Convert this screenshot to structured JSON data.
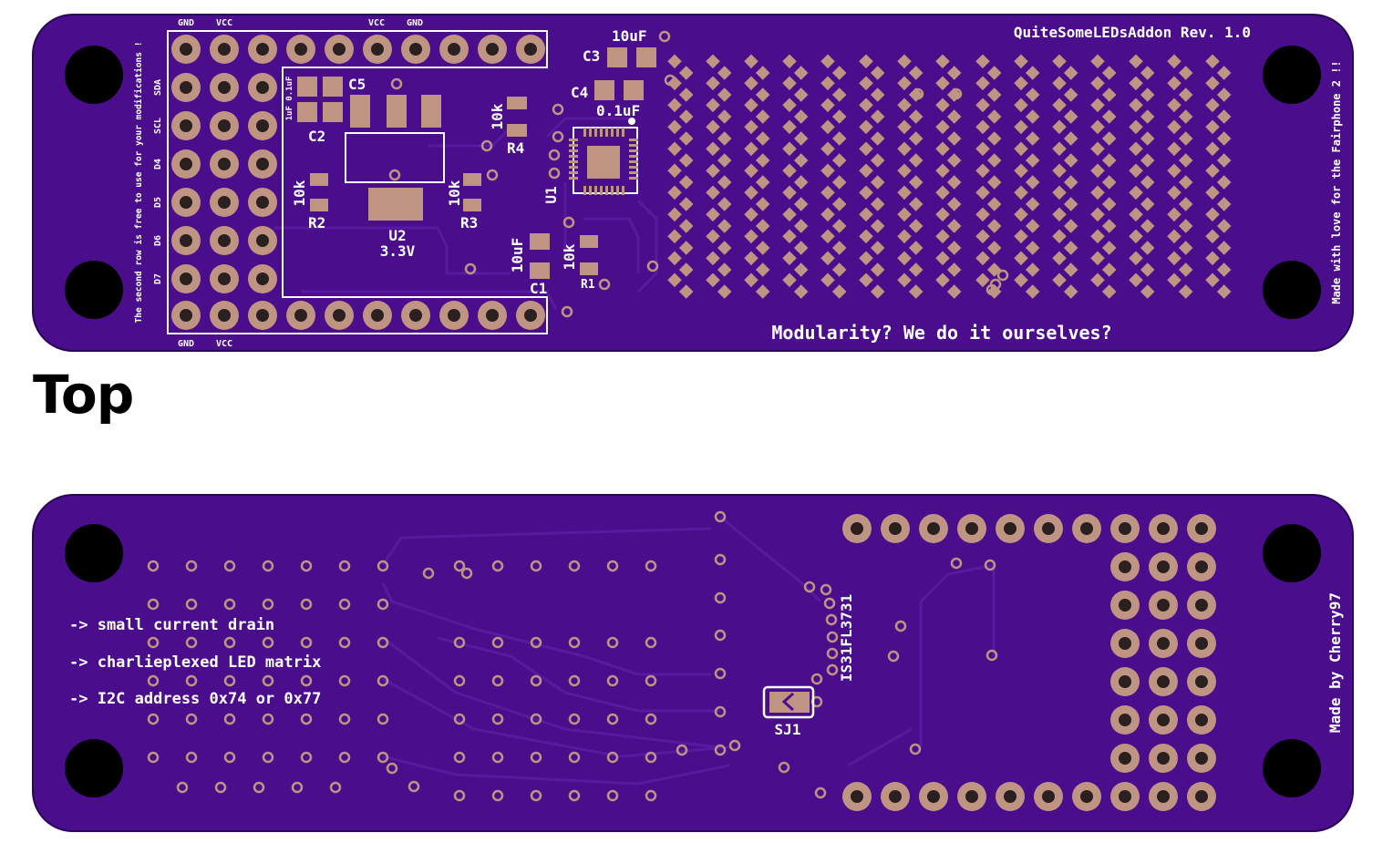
{
  "colors": {
    "board": "#4a0e8c",
    "board_edge": "#2a0555",
    "copper": "#c09482",
    "drill": "#2a2020",
    "trace": "#5a1aa0",
    "silk": "#ffffff",
    "hole": "#000000"
  },
  "heading": "Top",
  "top_board": {
    "title": "QuiteSomeLEDsAddon Rev. 1.0",
    "tagline": "Modularity? We do it ourselves?",
    "right_note": "Made with love for the Fairphone 2 !!",
    "left_note": "The second row is free to use for your modifications !",
    "header_top_labels": [
      "GND",
      "VCC",
      "VCC",
      "GND"
    ],
    "header_bottom_labels": [
      "GND",
      "VCC"
    ],
    "pin_labels": [
      "SDA",
      "SCL",
      "D4",
      "D5",
      "D6",
      "D7"
    ],
    "components": {
      "C5": "C5",
      "C2": "C2",
      "C2_val": "1uF 0.1uF",
      "C3": "C3",
      "C3_val": "10uF",
      "C4": "C4",
      "C4_val": "0.1uF",
      "R4": "R4",
      "R4_val": "10k",
      "U1": "U1",
      "R2": "R2",
      "R2_val": "10k",
      "R3": "R3",
      "R3_val": "10k",
      "U2": "U2",
      "U2_val": "3.3V",
      "C1": "C1",
      "C1_val": "10uF",
      "R1": "R1",
      "R1_val": "10k"
    }
  },
  "bottom_board": {
    "notes": [
      "-> small current drain",
      "-> charlieplexed LED matrix",
      "-> I2C address 0x74 or 0x77"
    ],
    "chip_label": "IS31FL3731",
    "jumper_label": "SJ1",
    "author": "Made by Cherry97"
  }
}
